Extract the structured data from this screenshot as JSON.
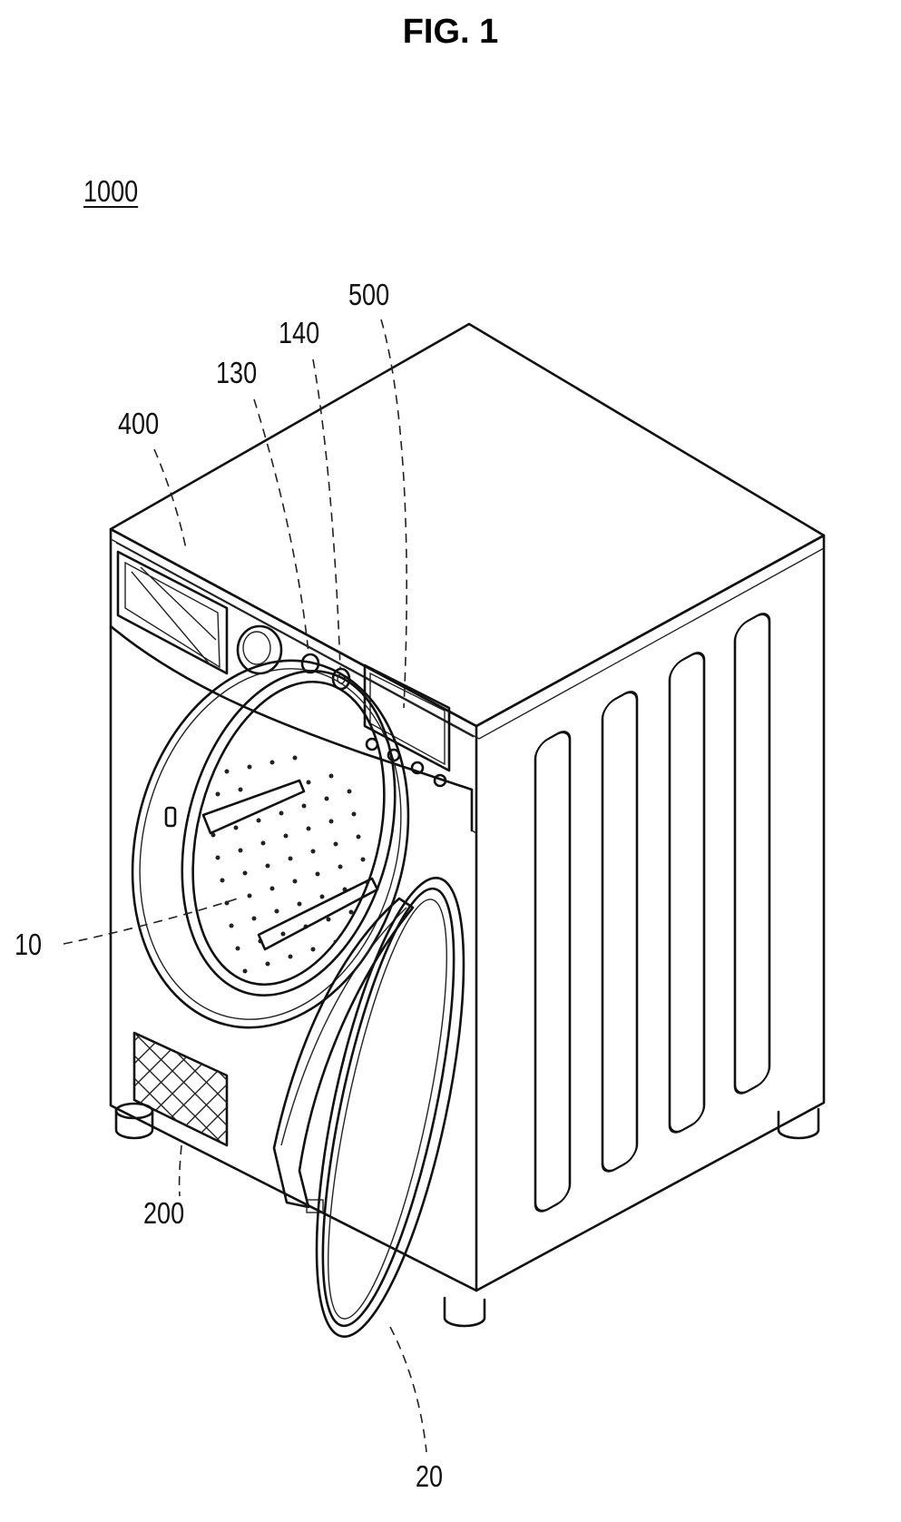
{
  "figure": {
    "title": "FIG. 1"
  },
  "labels": {
    "device": "1000",
    "control_panel": "400",
    "button": "130",
    "knob": "140",
    "display": "500",
    "drum": "10",
    "filter_grille": "200",
    "door": "20"
  }
}
